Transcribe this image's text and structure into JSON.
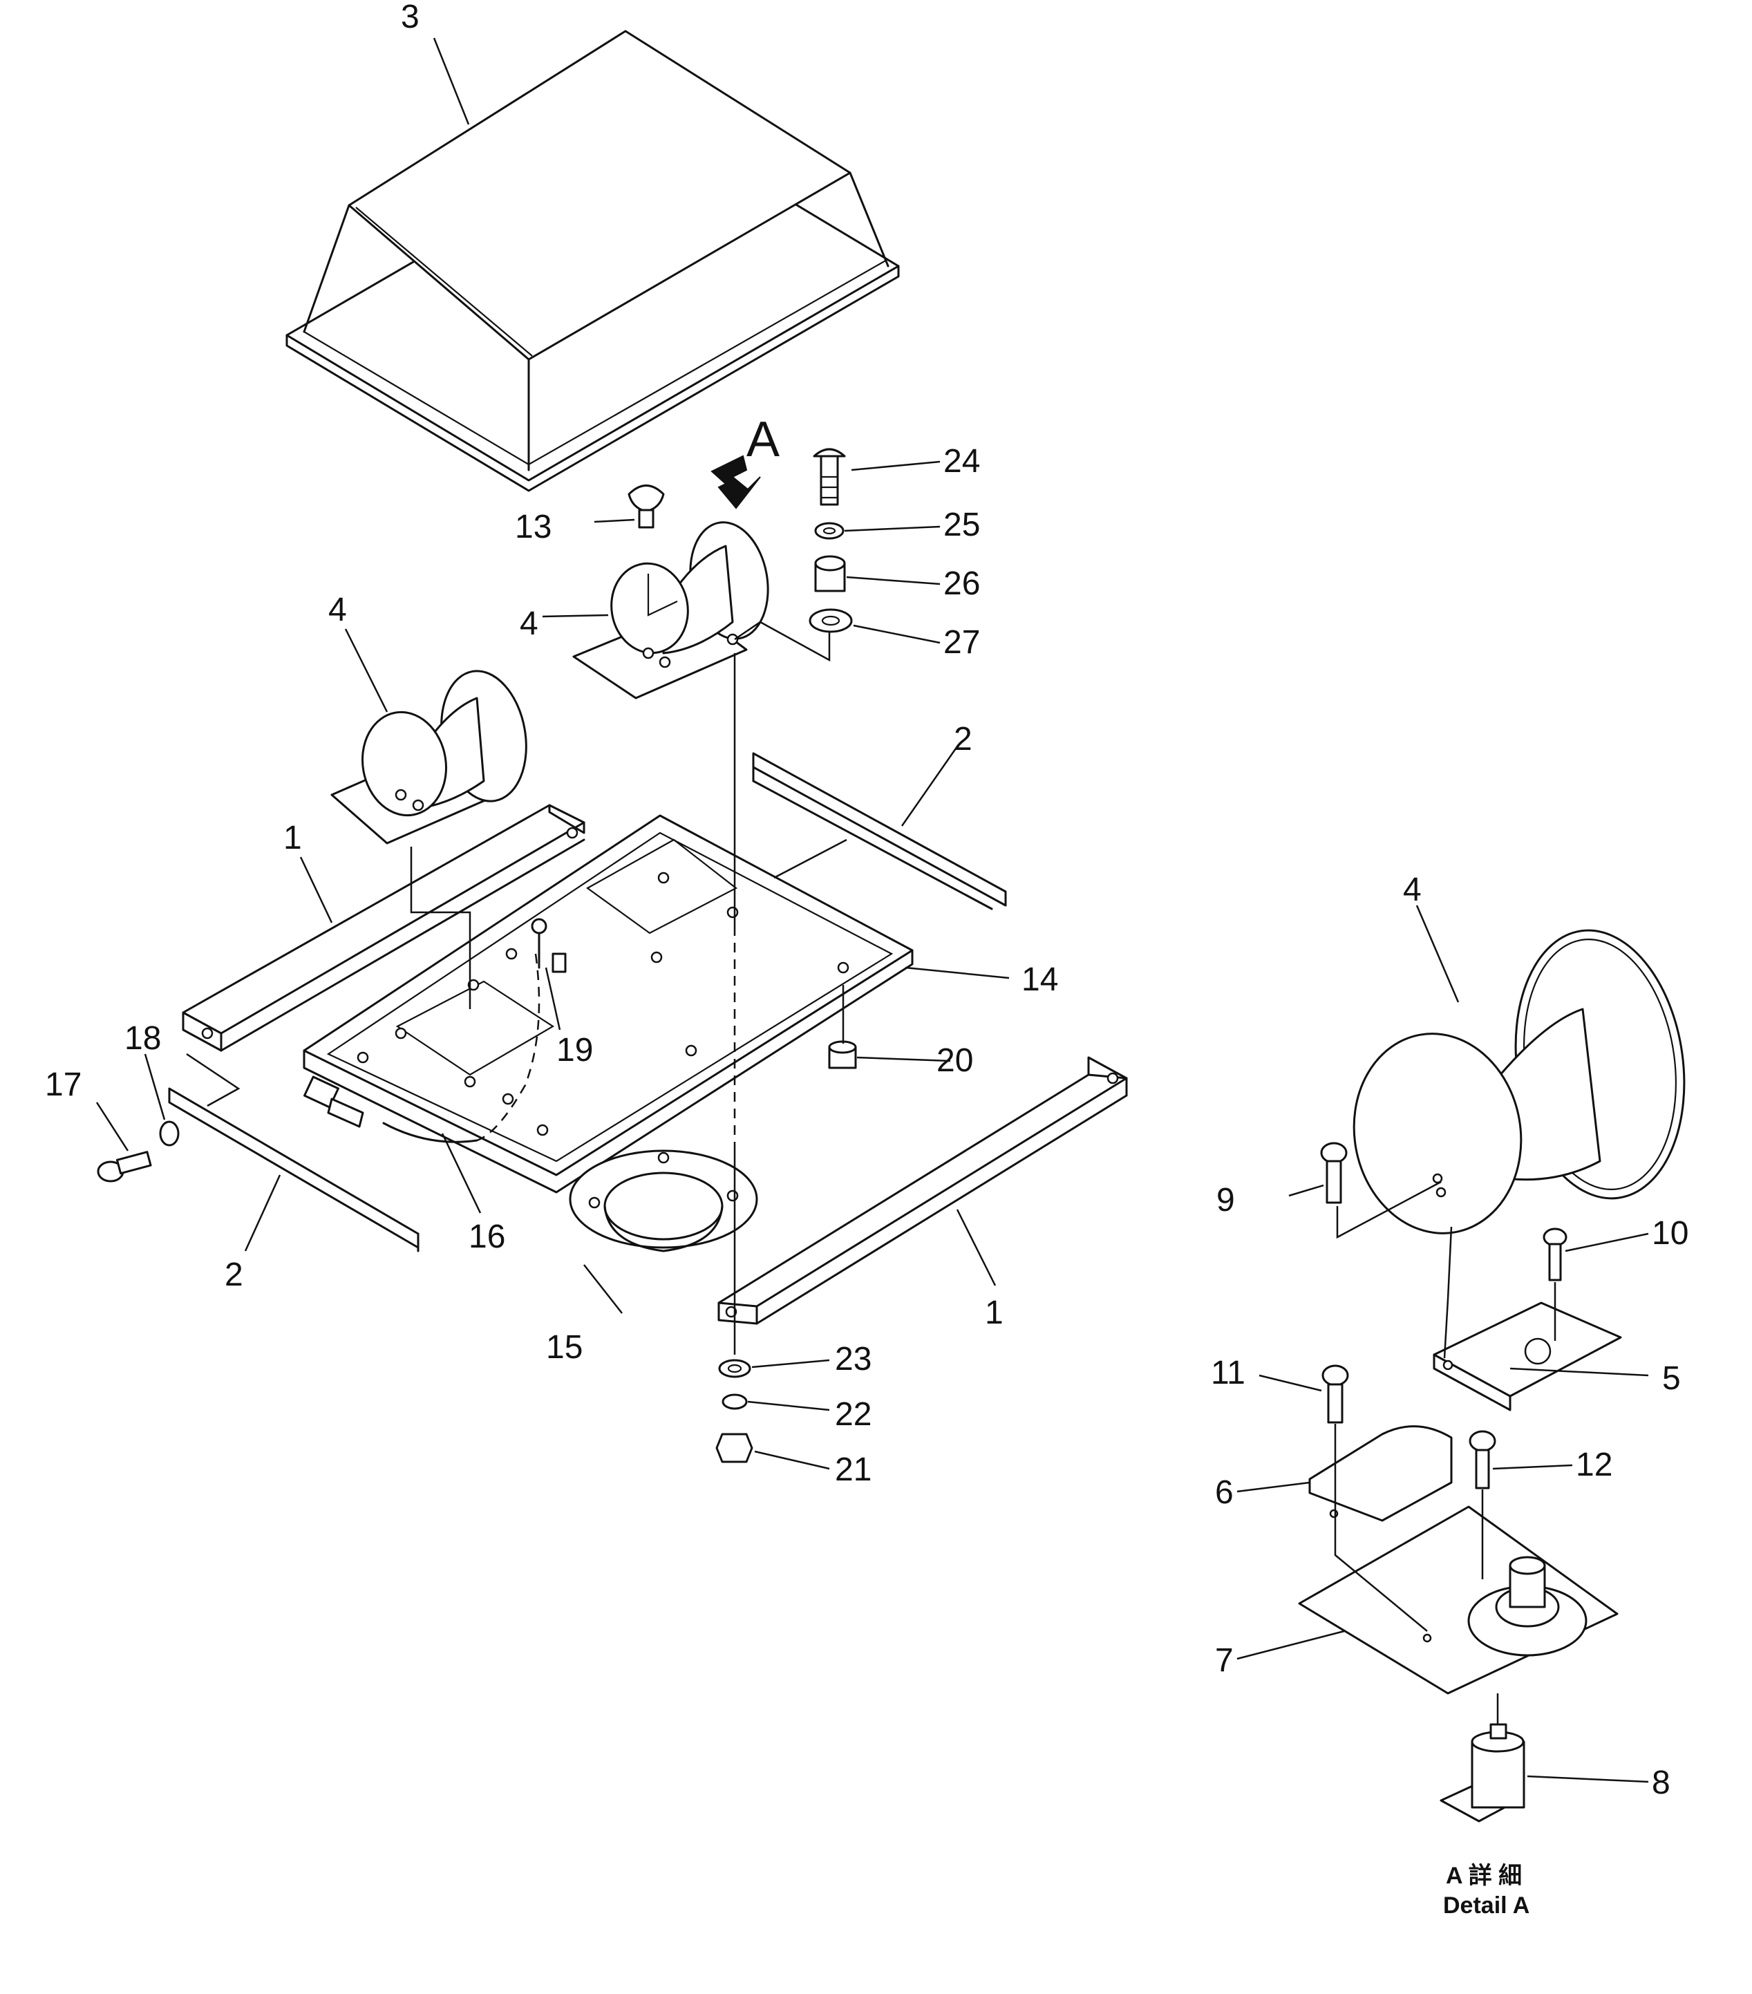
{
  "view_letter": "A",
  "callouts": {
    "c1a": "1",
    "c1b": "1",
    "c2a": "2",
    "c2b": "2",
    "c3": "3",
    "c4a": "4",
    "c4b": "4",
    "c4c": "4",
    "c5": "5",
    "c6": "6",
    "c7": "7",
    "c8": "8",
    "c9": "9",
    "c10": "10",
    "c11": "11",
    "c12": "12",
    "c13": "13",
    "c14": "14",
    "c15": "15",
    "c16": "16",
    "c17": "17",
    "c18": "18",
    "c19": "19",
    "c20": "20",
    "c21": "21",
    "c22": "22",
    "c23": "23",
    "c24": "24",
    "c25": "25",
    "c26": "26",
    "c27": "27"
  },
  "detail_caption": {
    "line1": "A 詳 細",
    "line2": "Detail A"
  }
}
